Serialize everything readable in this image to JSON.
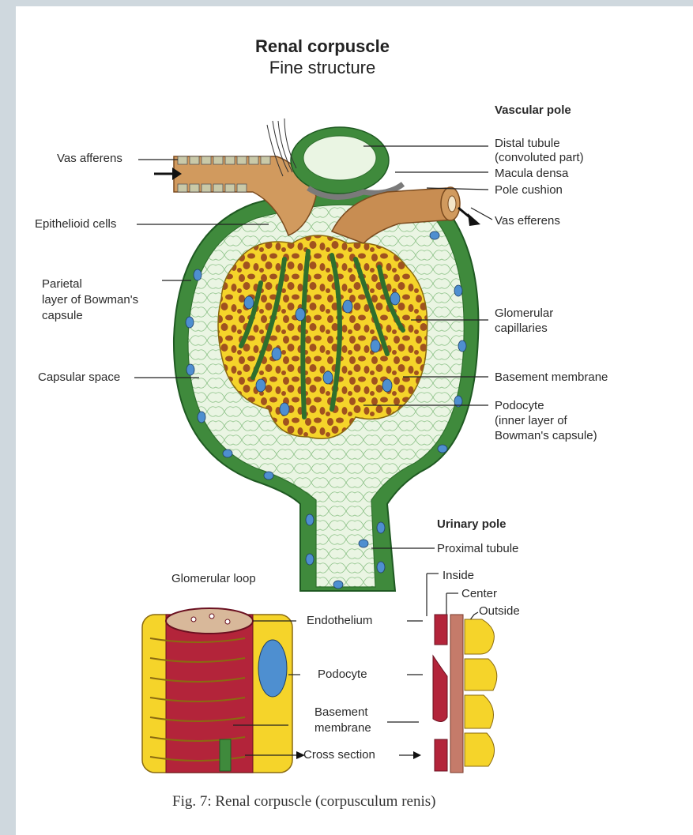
{
  "title": "Renal corpuscle",
  "subtitle": "Fine structure",
  "labels": {
    "vascular_pole": "Vascular pole",
    "distal_tubule_1": "Distal tubule",
    "distal_tubule_2": "(convoluted part)",
    "macula_densa": "Macula densa",
    "pole_cushion": "Pole cushion",
    "vas_efferens": "Vas efferens",
    "vas_afferens": "Vas afferens",
    "epithelioid_cells": "Epithelioid cells",
    "parietal_1": "Parietal",
    "parietal_2": "layer of Bowman's",
    "parietal_3": "capsule",
    "glomerular_capillaries_1": "Glomerular",
    "glomerular_capillaries_2": "capillaries",
    "capsular_space": "Capsular space",
    "basement_membrane": "Basement membrane",
    "podocyte_1": "Podocyte",
    "podocyte_2": "(inner layer of",
    "podocyte_3": "Bowman's capsule)",
    "urinary_pole": "Urinary pole",
    "proximal_tubule": "Proximal tubule"
  },
  "inset": {
    "glomerular_loop": "Glomerular loop",
    "endothelium": "Endothelium",
    "podocyte": "Podocyte",
    "basement_1": "Basement",
    "basement_2": "membrane",
    "cross_section": "Cross section",
    "inside": "Inside",
    "center": "Center",
    "outside": "Outside"
  },
  "caption": "Fig. 7: Renal corpuscle (corpusculum renis)",
  "colors": {
    "capsule_green": "#3f8a3c",
    "capsule_cell": "#e6f3df",
    "podocyte_yellow": "#f5d42a",
    "capillary_brown": "#a0521f",
    "nucleus_blue": "#4e8fd0",
    "vessel_tan": "#d19a5e",
    "endothelium_red": "#b3243a"
  }
}
